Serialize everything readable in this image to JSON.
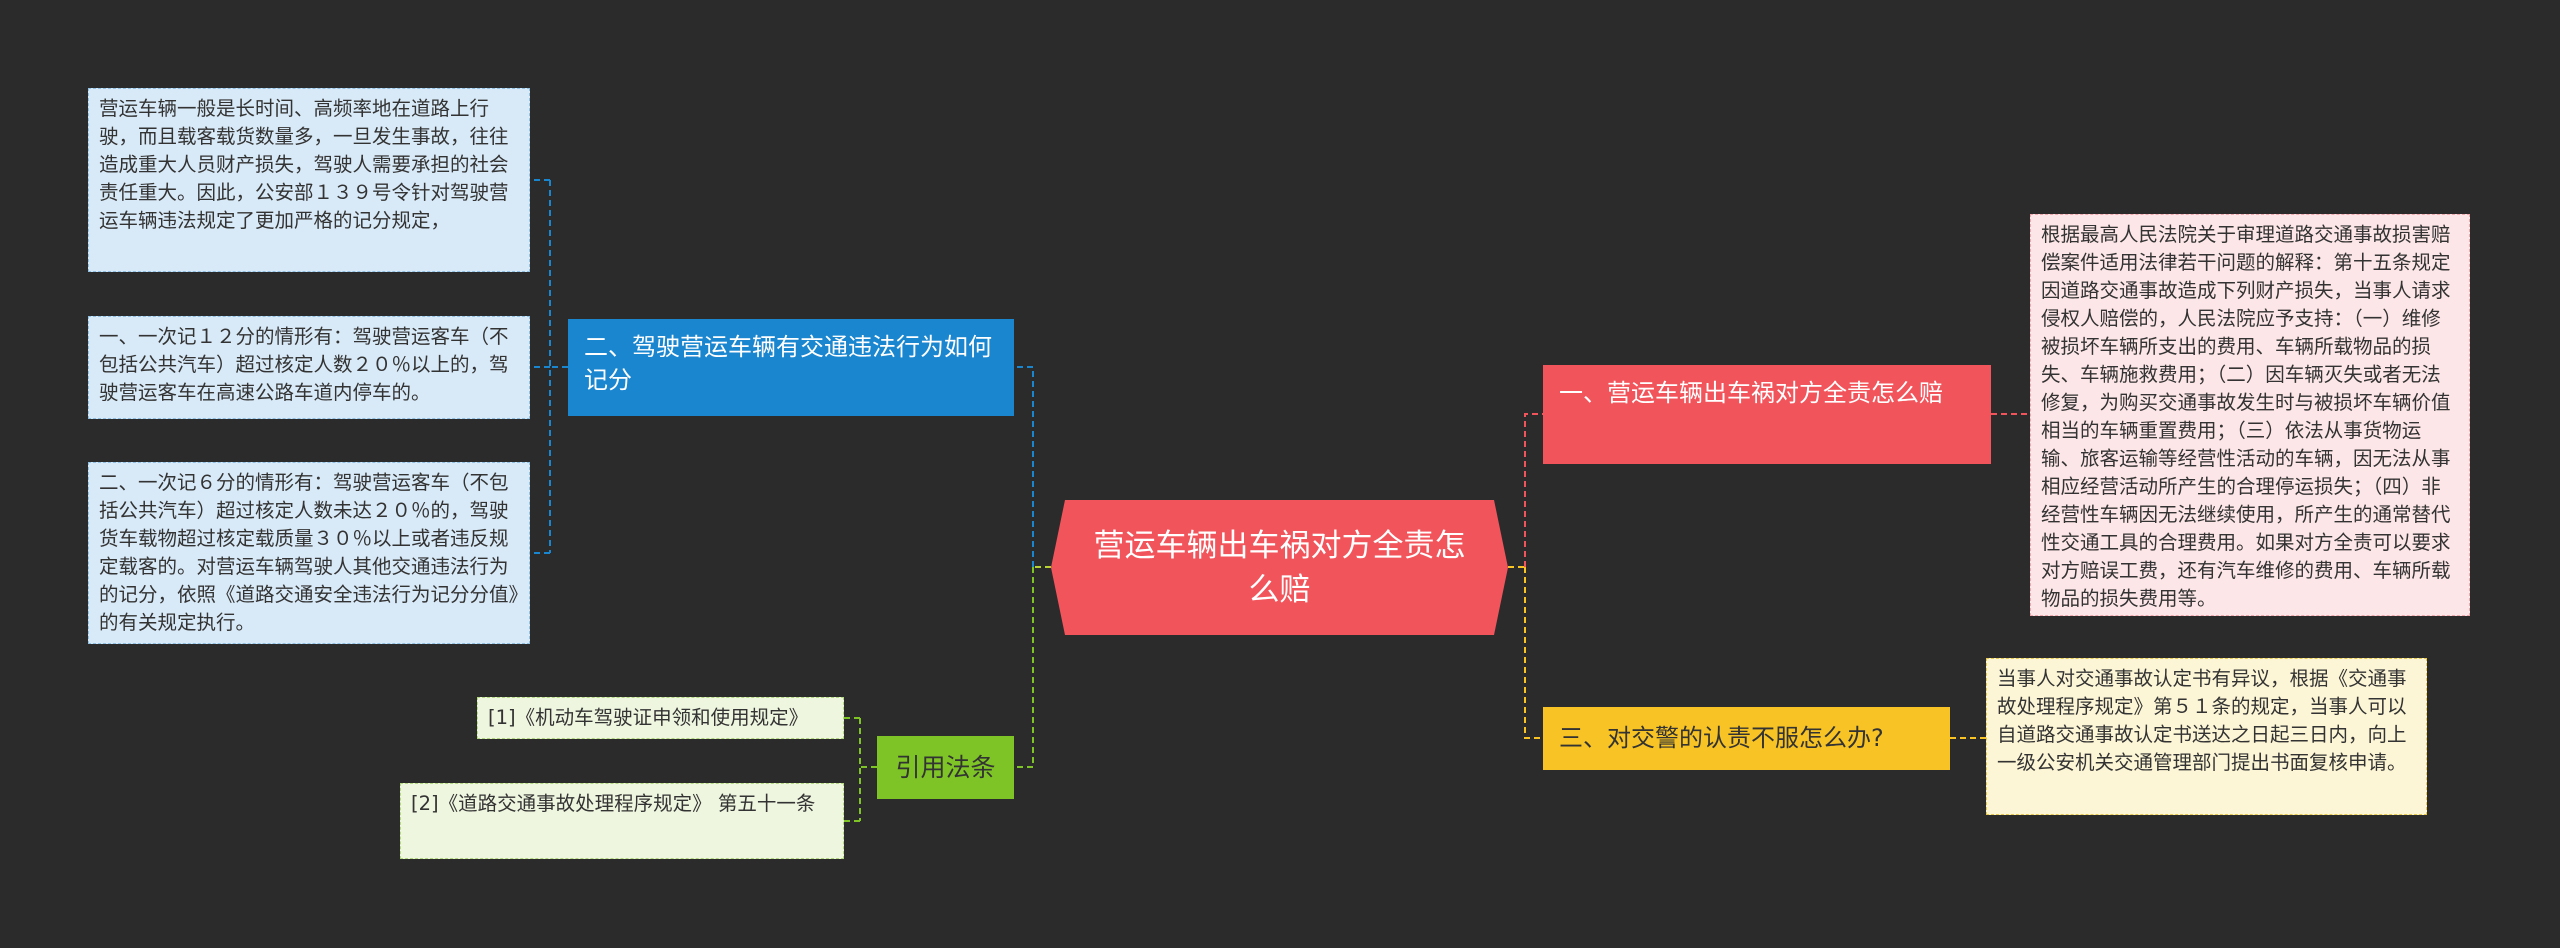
{
  "root": {
    "title": "营运车辆出车祸对方全责怎么赔"
  },
  "branches": {
    "scoring": {
      "label": "二、驾驶营运车辆有交通违法行为如何记分"
    },
    "compensation": {
      "label": "一、营运车辆出车祸对方全责怎么赔"
    },
    "dispute": {
      "label": "三、对交警的认责不服怎么办?"
    },
    "citations": {
      "label": "引用法条"
    }
  },
  "leaves": {
    "scoring_intro": "营运车辆一般是长时间、高频率地在道路上行驶，而且载客载货数量多，一旦发生事故，往往造成重大人员财产损失，驾驶人需要承担的社会责任重大。因此，公安部１３９号令针对驾驶营运车辆违法规定了更加严格的记分规定，",
    "scoring_12": "一、一次记１２分的情形有：驾驶营运客车（不包括公共汽车）超过核定人数２０％以上的，驾驶营运客车在高速公路车道内停车的。",
    "scoring_6": "二、一次记６分的情形有：驾驶营运客车（不包括公共汽车）超过核定人数未达２０％的，驾驶货车载物超过核定载质量３０％以上或者违反规定载客的。对营运车辆驾驶人其他交通违法行为的记分，依照《道路交通安全违法行为记分分值》的有关规定执行。",
    "compensation_detail": "根据最高人民法院关于审理道路交通事故损害赔偿案件适用法律若干问题的解释：第十五条规定因道路交通事故造成下列财产损失，当事人请求侵权人赔偿的，人民法院应予支持：（一）维修被损坏车辆所支出的费用、车辆所载物品的损失、车辆施救费用；（二）因车辆灭失或者无法修复，为购买交通事故发生时与被损坏车辆价值相当的车辆重置费用；（三）依法从事货物运输、旅客运输等经营性活动的车辆，因无法从事相应经营活动所产生的合理停运损失；（四）非经营性车辆因无法继续使用，所产生的通常替代性交通工具的合理费用。如果对方全责可以要求对方赔误工费，还有汽车维修的费用、车辆所载物品的损失费用等。",
    "dispute_detail": "当事人对交通事故认定书有异议，根据《交通事故处理程序规定》第５１条的规定，当事人可以自道路交通事故认定书送达之日起三日内，向上一级公安机关交通管理部门提出书面复核申请。",
    "citation_1": "[1]《机动车驾驶证申领和使用规定》",
    "citation_2": "[2]《道路交通事故处理程序规定》 第五十一条"
  },
  "colors": {
    "background": "#2b2b2b",
    "root": "#f2545b",
    "blue": "#1a86cf",
    "red": "#f2545b",
    "yellow": "#f7c325",
    "green": "#7ec427"
  }
}
